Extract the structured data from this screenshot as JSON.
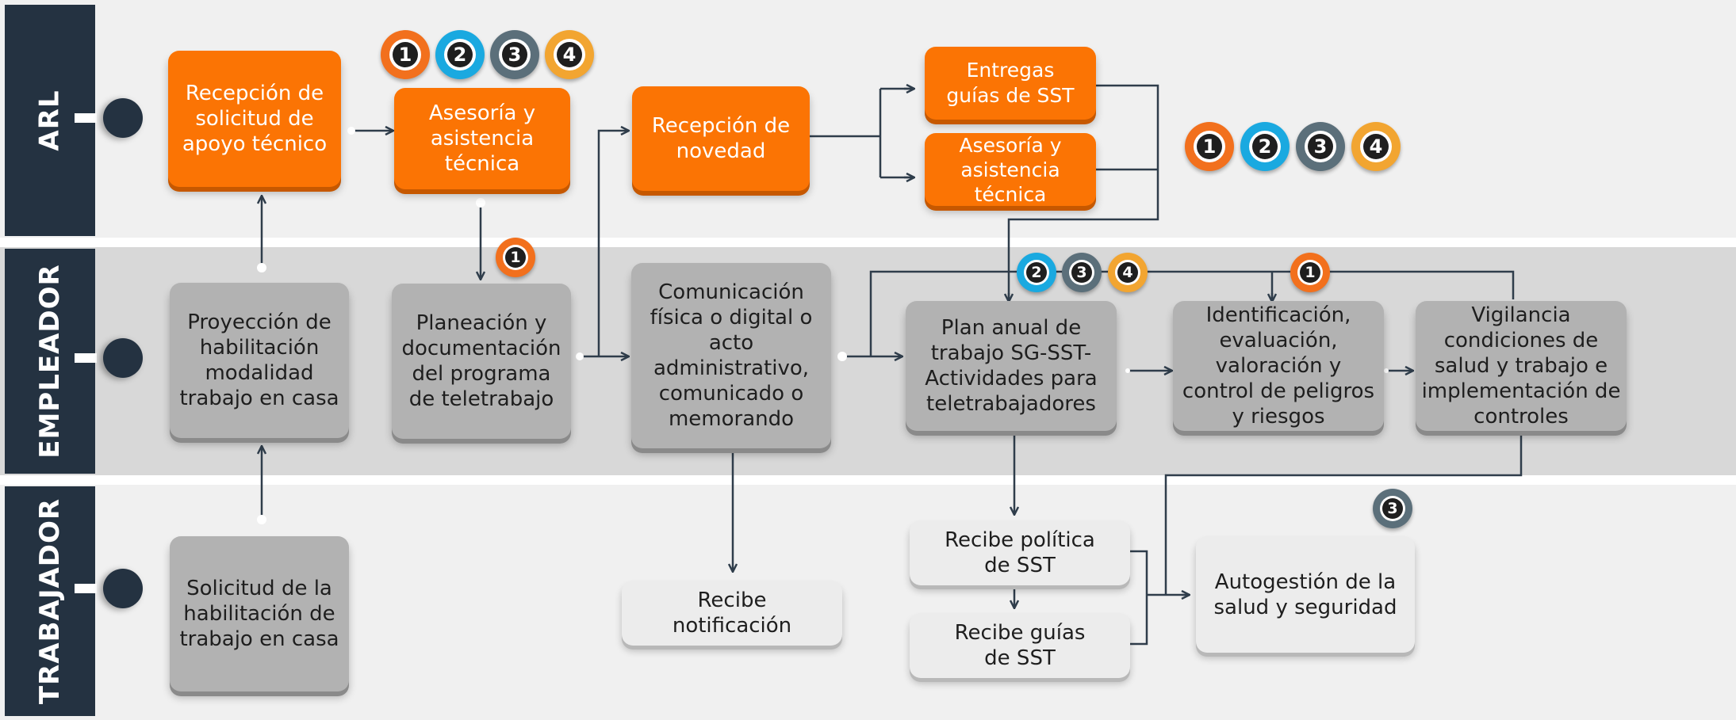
{
  "lanes": {
    "arl": "ARL",
    "empleador": "EMPLEADOR",
    "trabajador": "TRABAJADOR"
  },
  "nodes": {
    "recepcion_solicitud": "Recepción de solicitud de apoyo técnico",
    "asesoria_1": "Asesoría y asistencia técnica",
    "recepcion_novedad": "Recepción de novedad",
    "entregas_guias": "Entregas guías de SST",
    "asesoria_2": "Asesoría y asistencia técnica",
    "proyeccion": "Proyección de habilitación modalidad trabajo en casa",
    "planeacion": "Planeación y documentación del programa de teletrabajo",
    "comunicacion": "Comunicación física o digital o acto administrativo, comunicado o memorando",
    "plan_anual": "Plan anual de trabajo SG-SST- Actividades para teletrabajadores",
    "identificacion": "Identificación, evaluación, valoración y control de peligros y riesgos",
    "vigilancia": "Vigilancia condiciones de salud y trabajo e implementación de controles",
    "solicitud": "Solicitud de la habilitación de trabajo en casa",
    "recibe_notificacion": "Recibe notificación",
    "recibe_politica": "Recibe política de SST",
    "recibe_guias": "Recibe guías de SST",
    "autogestion": "Autogestión de la salud y seguridad"
  },
  "badges": {
    "n1": "1",
    "n2": "2",
    "n3": "3",
    "n4": "4"
  },
  "colors": {
    "lane_dark": "#243241",
    "orange": "#fb7404",
    "grey_box": "#b2b2b2",
    "light_box": "#ececec",
    "badge_1": "#f2701d",
    "badge_2": "#1aa9e0",
    "badge_3": "#5b6f7a",
    "badge_4": "#f2a531"
  }
}
